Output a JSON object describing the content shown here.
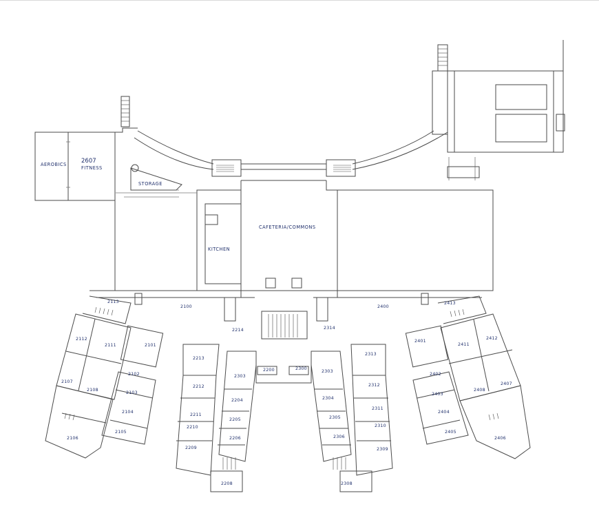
{
  "zones": {
    "aerobics": "AEROBICS",
    "fitness_number": "2607",
    "fitness": "FITNESS",
    "storage": "STORAGE",
    "kitchen": "KITCHEN",
    "cafeteria": "CAFETERIA/COMMONS"
  },
  "rooms": {
    "r2113": "2113",
    "r2100": "2100",
    "r2214": "2214",
    "r2314": "2314",
    "r2400": "2400",
    "r2413": "2413",
    "r2112": "2112",
    "r2111": "2111",
    "r2101": "2101",
    "r2213": "2213",
    "r2313": "2313",
    "r2401": "2401",
    "r2411": "2411",
    "r2412": "2412",
    "r2102": "2102",
    "r2107": "2107",
    "r2108": "2108",
    "r2103": "2103",
    "r2104": "2104",
    "r2105": "2105",
    "r2106": "2106",
    "r2212": "2212",
    "r2211": "2211",
    "r2210": "2210",
    "r2209": "2209",
    "r2303": "2303",
    "r2204": "2204",
    "r2205": "2205",
    "r2206": "2206",
    "r2208": "2208",
    "r2200": "2200",
    "r2300": "2300",
    "r2303b": "2303",
    "r2304": "2304",
    "r2305": "2305",
    "r2306": "2306",
    "r2308": "2308",
    "r2312": "2312",
    "r2311": "2311",
    "r2310": "2310",
    "r2309": "2309",
    "r2402": "2402",
    "r2403": "2403",
    "r2404": "2404",
    "r2405": "2405",
    "r2406": "2406",
    "r2408": "2408",
    "r2407": "2407"
  }
}
